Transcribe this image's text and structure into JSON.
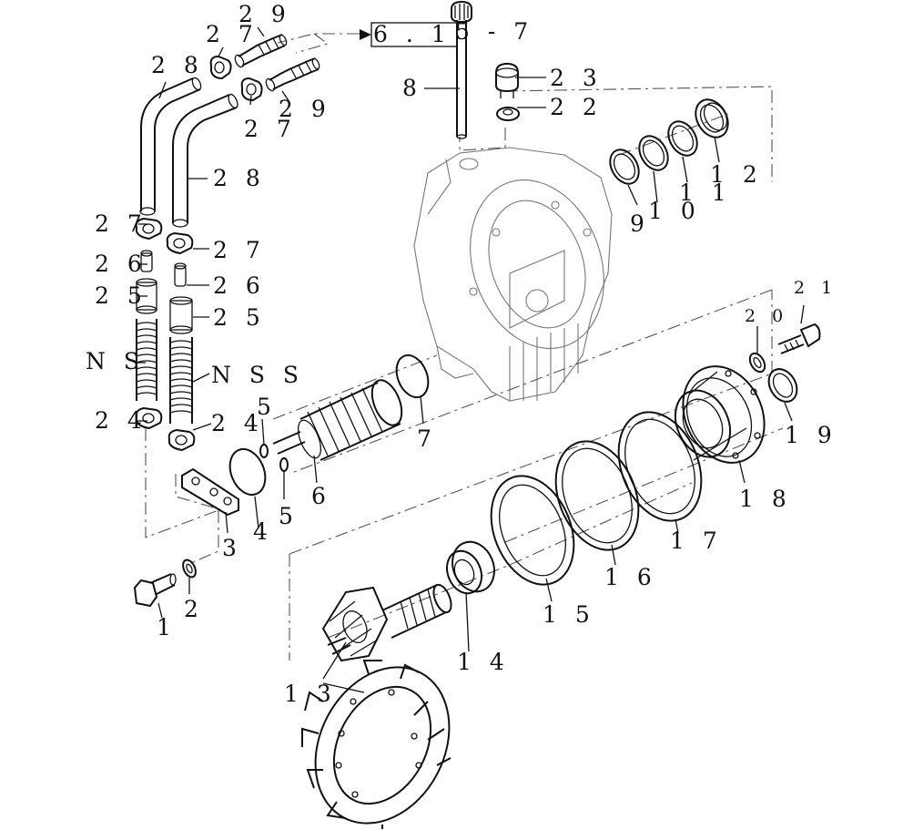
{
  "diagram": {
    "reference_box": "6 . 1",
    "reference_suffix": "5 - 7",
    "callouts": {
      "c29a": "2 9",
      "c27a": "2 7",
      "c28a": "2 8",
      "c27b": "2 7",
      "c29b": "2 9",
      "c8": "8",
      "c23": "2 3",
      "c22": "2 2",
      "c28b": "2 8",
      "c27c": "2 7",
      "c27d": "2 7",
      "c26a": "2 6",
      "c26b": "2 6",
      "c25a": "2 5",
      "c25b": "2 5",
      "ns1": "N S",
      "ns2": "N S S",
      "c24a": "2 4",
      "c24b": "2 4",
      "c5a": "5",
      "c5b": "5",
      "c4": "4",
      "c3": "3",
      "c6": "6",
      "c7": "7",
      "c2": "2",
      "c1": "1",
      "c9": "9",
      "c10": "1 0",
      "c11": "1 1",
      "c12": "1 2",
      "c21": "2 1",
      "c20": "2 0",
      "c19": "1 9",
      "c18": "1 8",
      "c17": "1 7",
      "c16": "1 6",
      "c15": "1 5",
      "c14": "1 4",
      "c13": "1 3"
    }
  }
}
